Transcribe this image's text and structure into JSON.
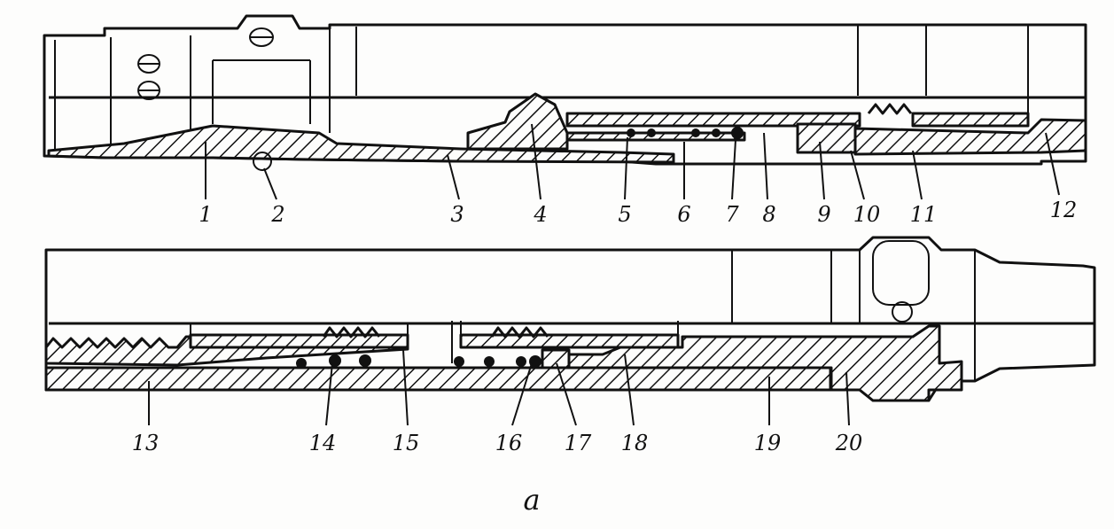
{
  "top_labels": [
    "1",
    "2",
    "3",
    "4",
    "5",
    "6",
    "7",
    "8",
    "9",
    "10",
    "11",
    "12"
  ],
  "bottom_labels": [
    "13",
    "14",
    "15",
    "16",
    "17",
    "18",
    "19",
    "20"
  ],
  "figure_label": "a"
}
